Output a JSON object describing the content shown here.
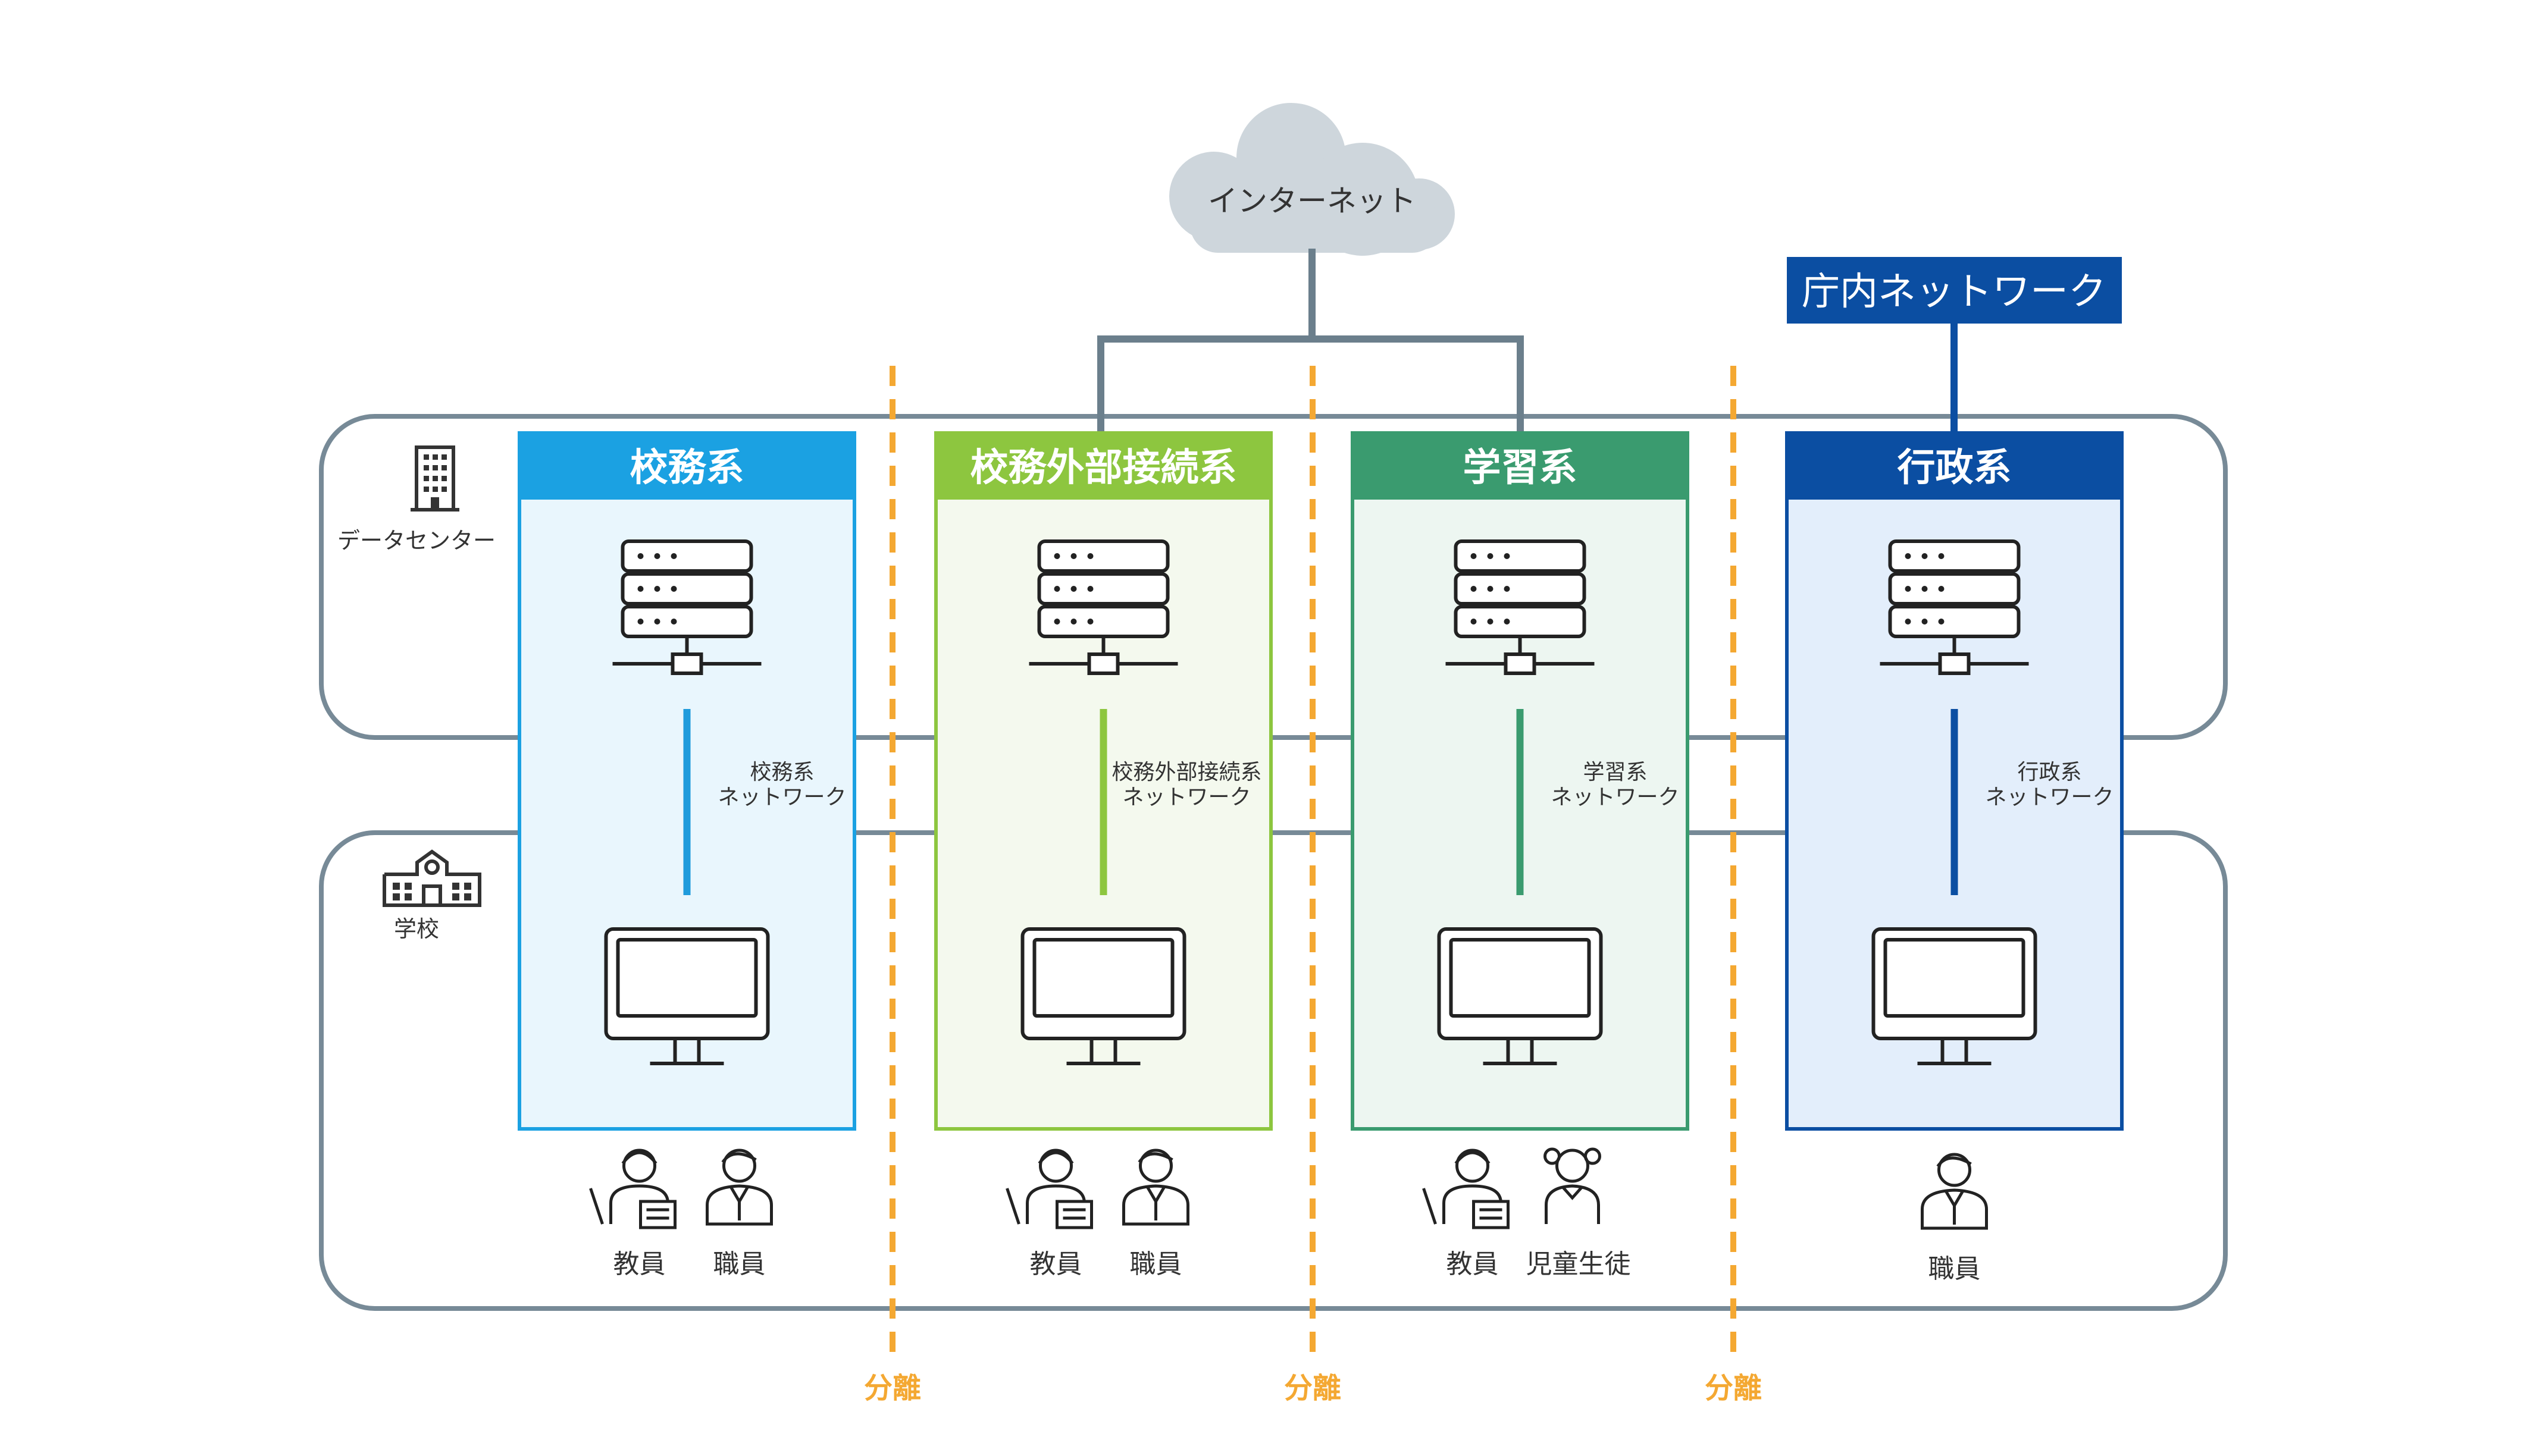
{
  "internet": {
    "label": "インターネット"
  },
  "chonai": {
    "label": "庁内ネットワーク"
  },
  "zones": {
    "datacenter": {
      "label": "データセンター",
      "icon": "building-icon"
    },
    "school": {
      "label": "学校",
      "icon": "school-icon"
    }
  },
  "separators": [
    {
      "label": "分離"
    },
    {
      "label": "分離"
    },
    {
      "label": "分離"
    }
  ],
  "columns": [
    {
      "id": "komu",
      "title": "校務系",
      "net_line1": "校務系",
      "net_line2": "ネットワーク",
      "users": [
        "教員",
        "職員"
      ],
      "accent": "#1ba1e2",
      "fill": "#e9f6fd",
      "line": "#1f9bdc"
    },
    {
      "id": "komu-gaibu",
      "title": "校務外部接続系",
      "net_line1": "校務外部接続系",
      "net_line2": "ネットワーク",
      "users": [
        "教員",
        "職員"
      ],
      "accent": "#8dc63f",
      "fill": "#f4f9ee",
      "line": "#8dc63f"
    },
    {
      "id": "gakushu",
      "title": "学習系",
      "net_line1": "学習系",
      "net_line2": "ネットワーク",
      "users": [
        "教員",
        "児童生徒"
      ],
      "accent": "#3a9b6f",
      "fill": "#edf6f1",
      "line": "#3a9b6f"
    },
    {
      "id": "gyosei",
      "title": "行政系",
      "net_line1": "行政系",
      "net_line2": "ネットワーク",
      "users": [
        "職員"
      ],
      "accent": "#0b4ea2",
      "fill": "#e3eefb",
      "line": "#0b4ea2"
    }
  ],
  "colors": {
    "zone_border": "#778a97",
    "trunk": "#6b7f8c",
    "cloud": "#ced6dc",
    "separator": "#f4a832",
    "chonai_bg": "#0b4ea2",
    "text_dark": "#333333"
  }
}
